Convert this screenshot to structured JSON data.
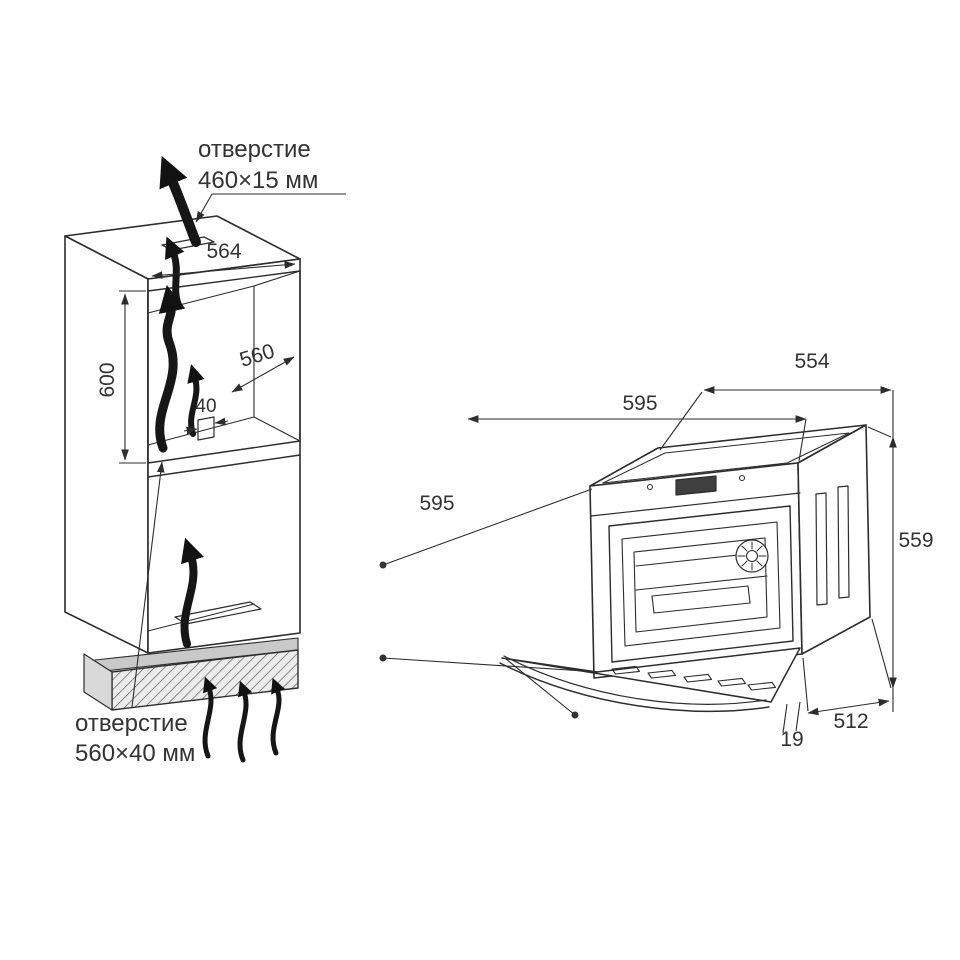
{
  "cabinet": {
    "top_opening_label": {
      "line1": "отверстие",
      "line2": "460×15 мм"
    },
    "bottom_opening_label": {
      "line1": "отверстие",
      "line2": "560×40 мм"
    },
    "dim_niche_width": "564",
    "dim_niche_depth": "560",
    "dim_niche_height": "600",
    "dim_rear_gap": "40"
  },
  "oven": {
    "dim_rear_width": "554",
    "dim_top_depth": "595",
    "dim_front_width": "595",
    "dim_height": "559",
    "dim_body_depth": "512",
    "dim_front_overhang": "19"
  }
}
